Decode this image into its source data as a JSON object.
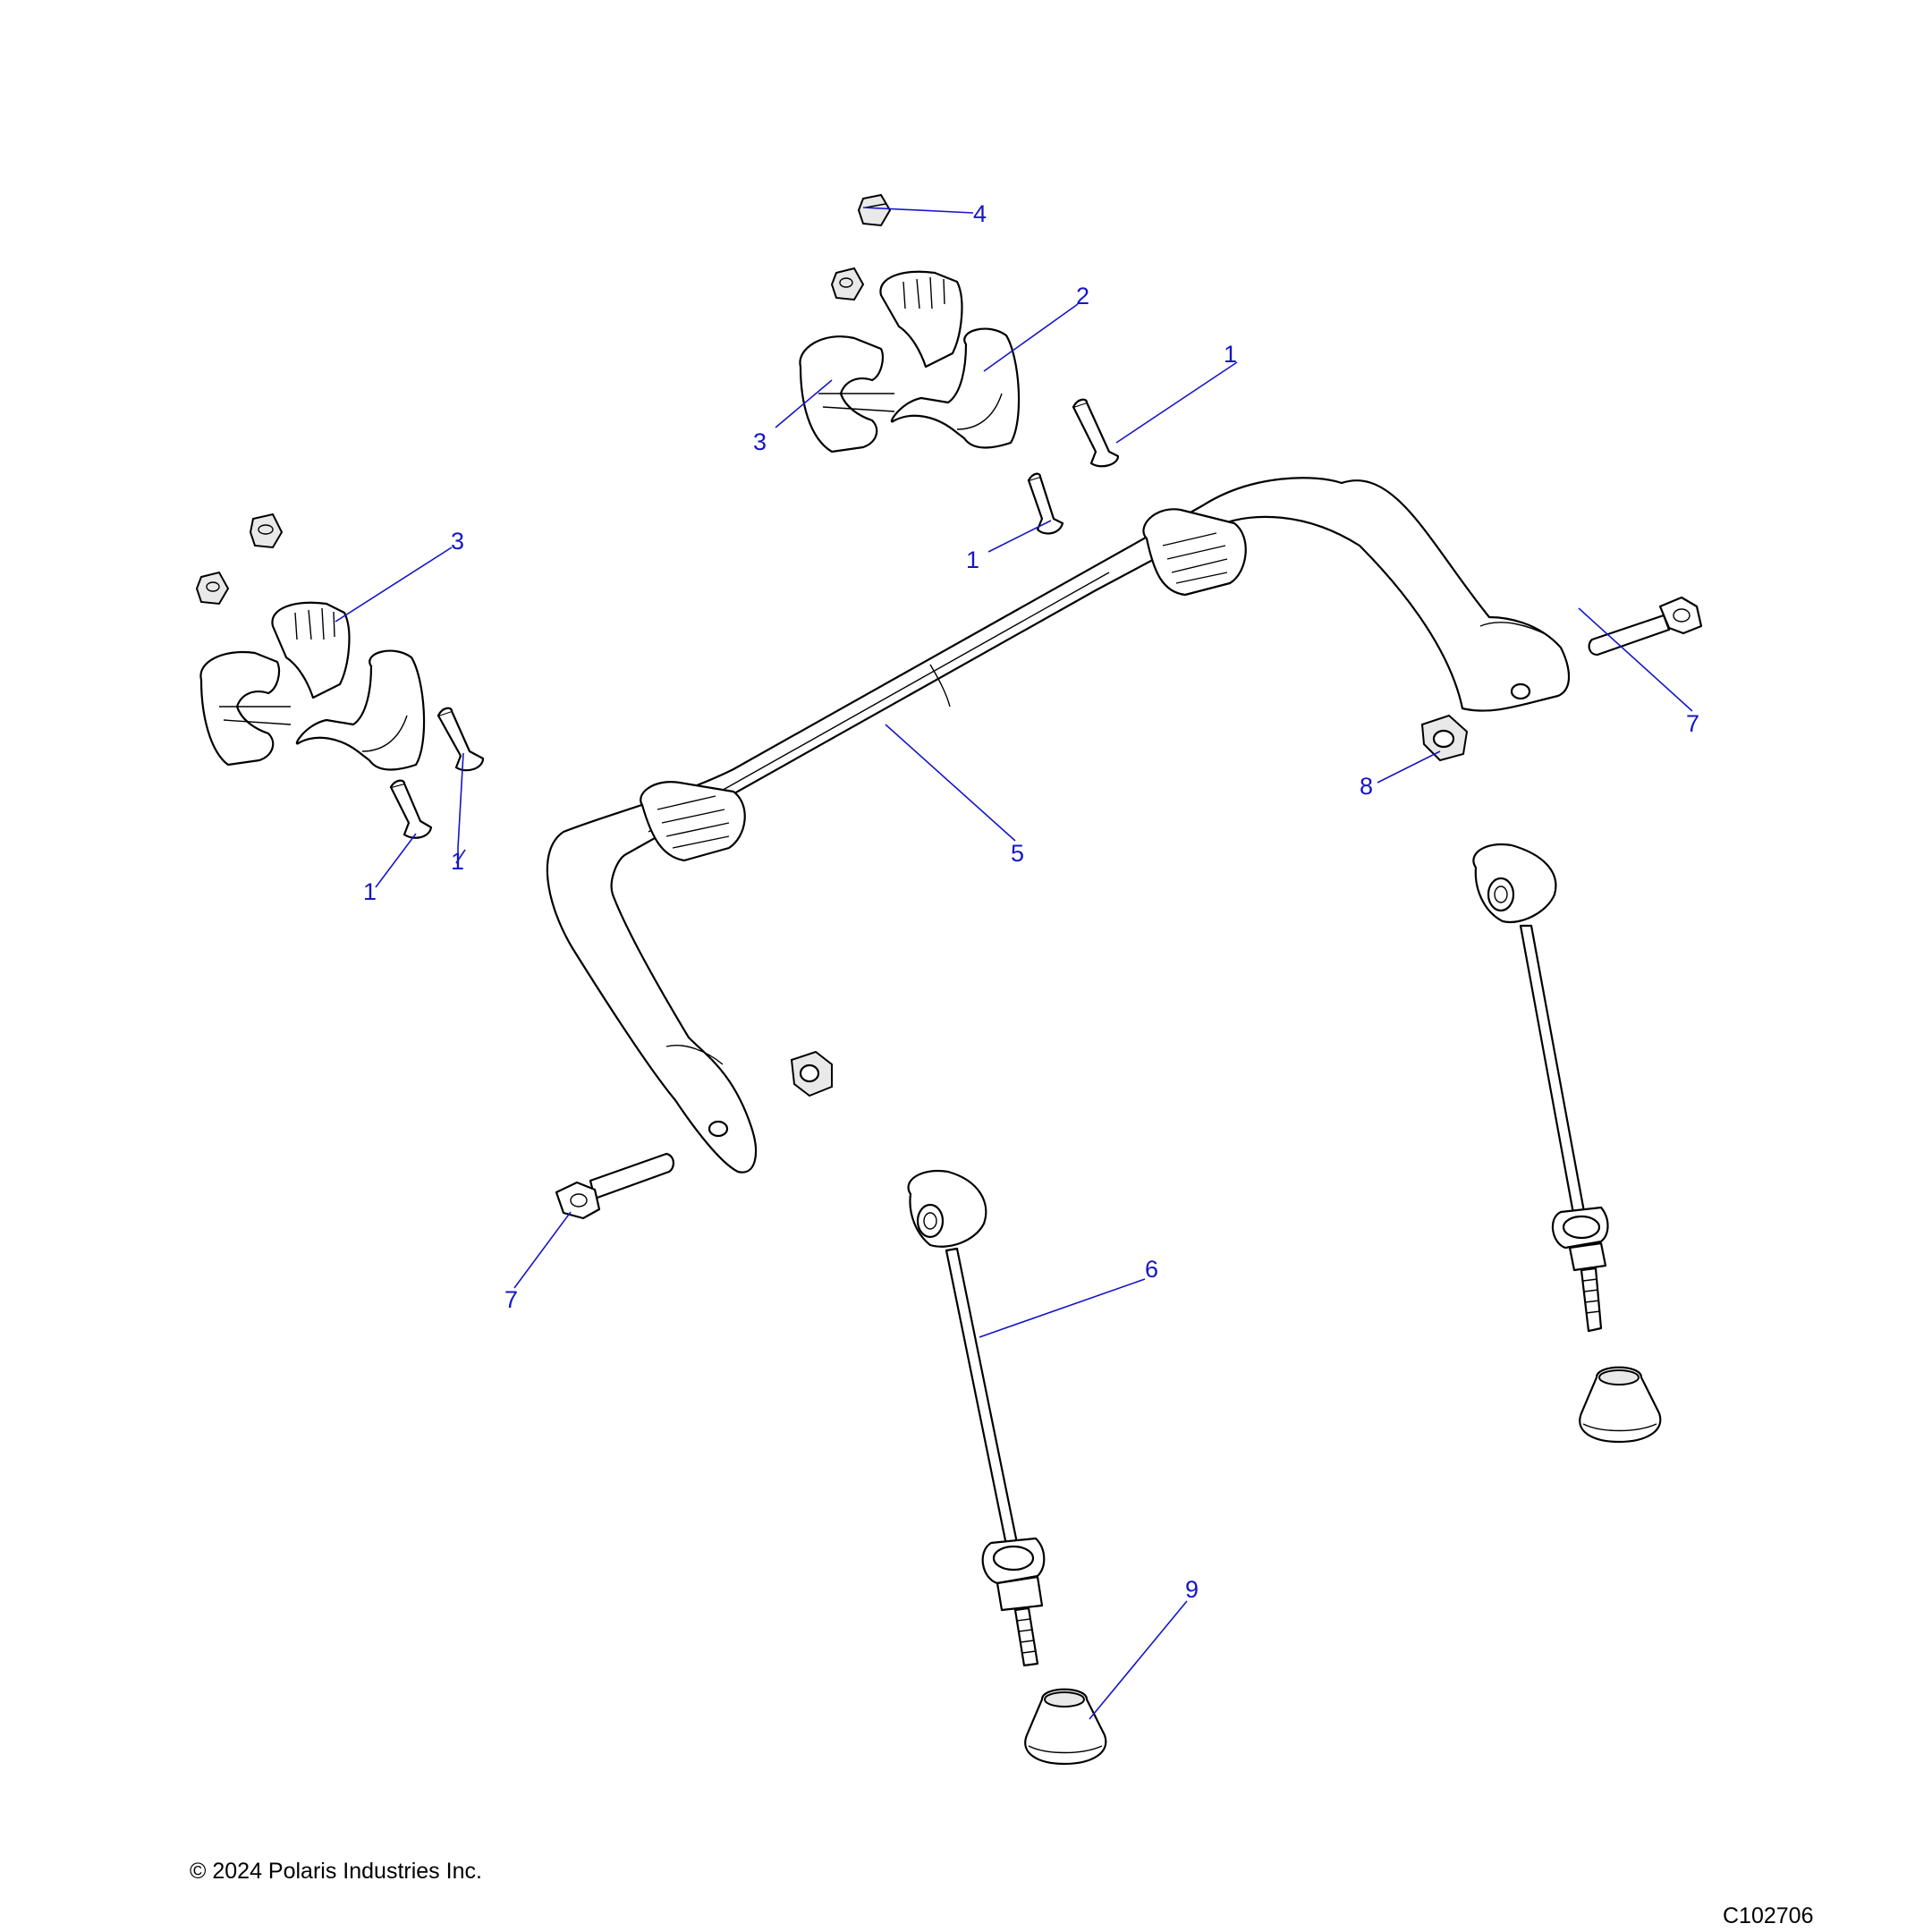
{
  "diagram": {
    "callouts": [
      {
        "id": "c4",
        "label": "4"
      },
      {
        "id": "c2",
        "label": "2"
      },
      {
        "id": "c1a",
        "label": "1"
      },
      {
        "id": "c3a",
        "label": "3"
      },
      {
        "id": "c1b",
        "label": "1"
      },
      {
        "id": "c3b",
        "label": "3"
      },
      {
        "id": "c7a",
        "label": "7"
      },
      {
        "id": "c8",
        "label": "8"
      },
      {
        "id": "c5",
        "label": "5"
      },
      {
        "id": "c1c",
        "label": "1"
      },
      {
        "id": "c1d",
        "label": "1"
      },
      {
        "id": "c7b",
        "label": "7"
      },
      {
        "id": "c6",
        "label": "6"
      },
      {
        "id": "c9",
        "label": "9"
      }
    ]
  },
  "footer": {
    "copyright": "© 2024 Polaris Industries Inc.",
    "figure_id": "C102706"
  },
  "colors": {
    "callout": "#1515c8",
    "line_art": "#000000",
    "background": "#ffffff"
  }
}
